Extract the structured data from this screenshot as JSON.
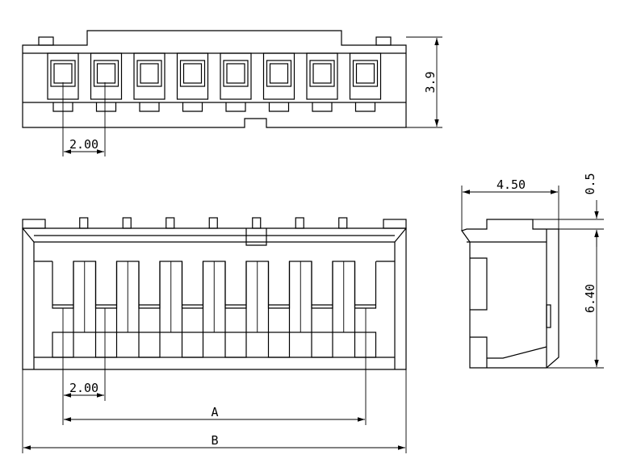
{
  "dimensions": {
    "top_height": "3.9",
    "top_pitch": "2.00",
    "front_pitch": "2.00",
    "dim_a": "A",
    "dim_b": "B",
    "side_width": "4.50",
    "side_top": "0.5",
    "side_height": "6.40"
  },
  "drawing": {
    "pin_count": 8,
    "line_color": "#000000",
    "background_color": "#ffffff"
  }
}
